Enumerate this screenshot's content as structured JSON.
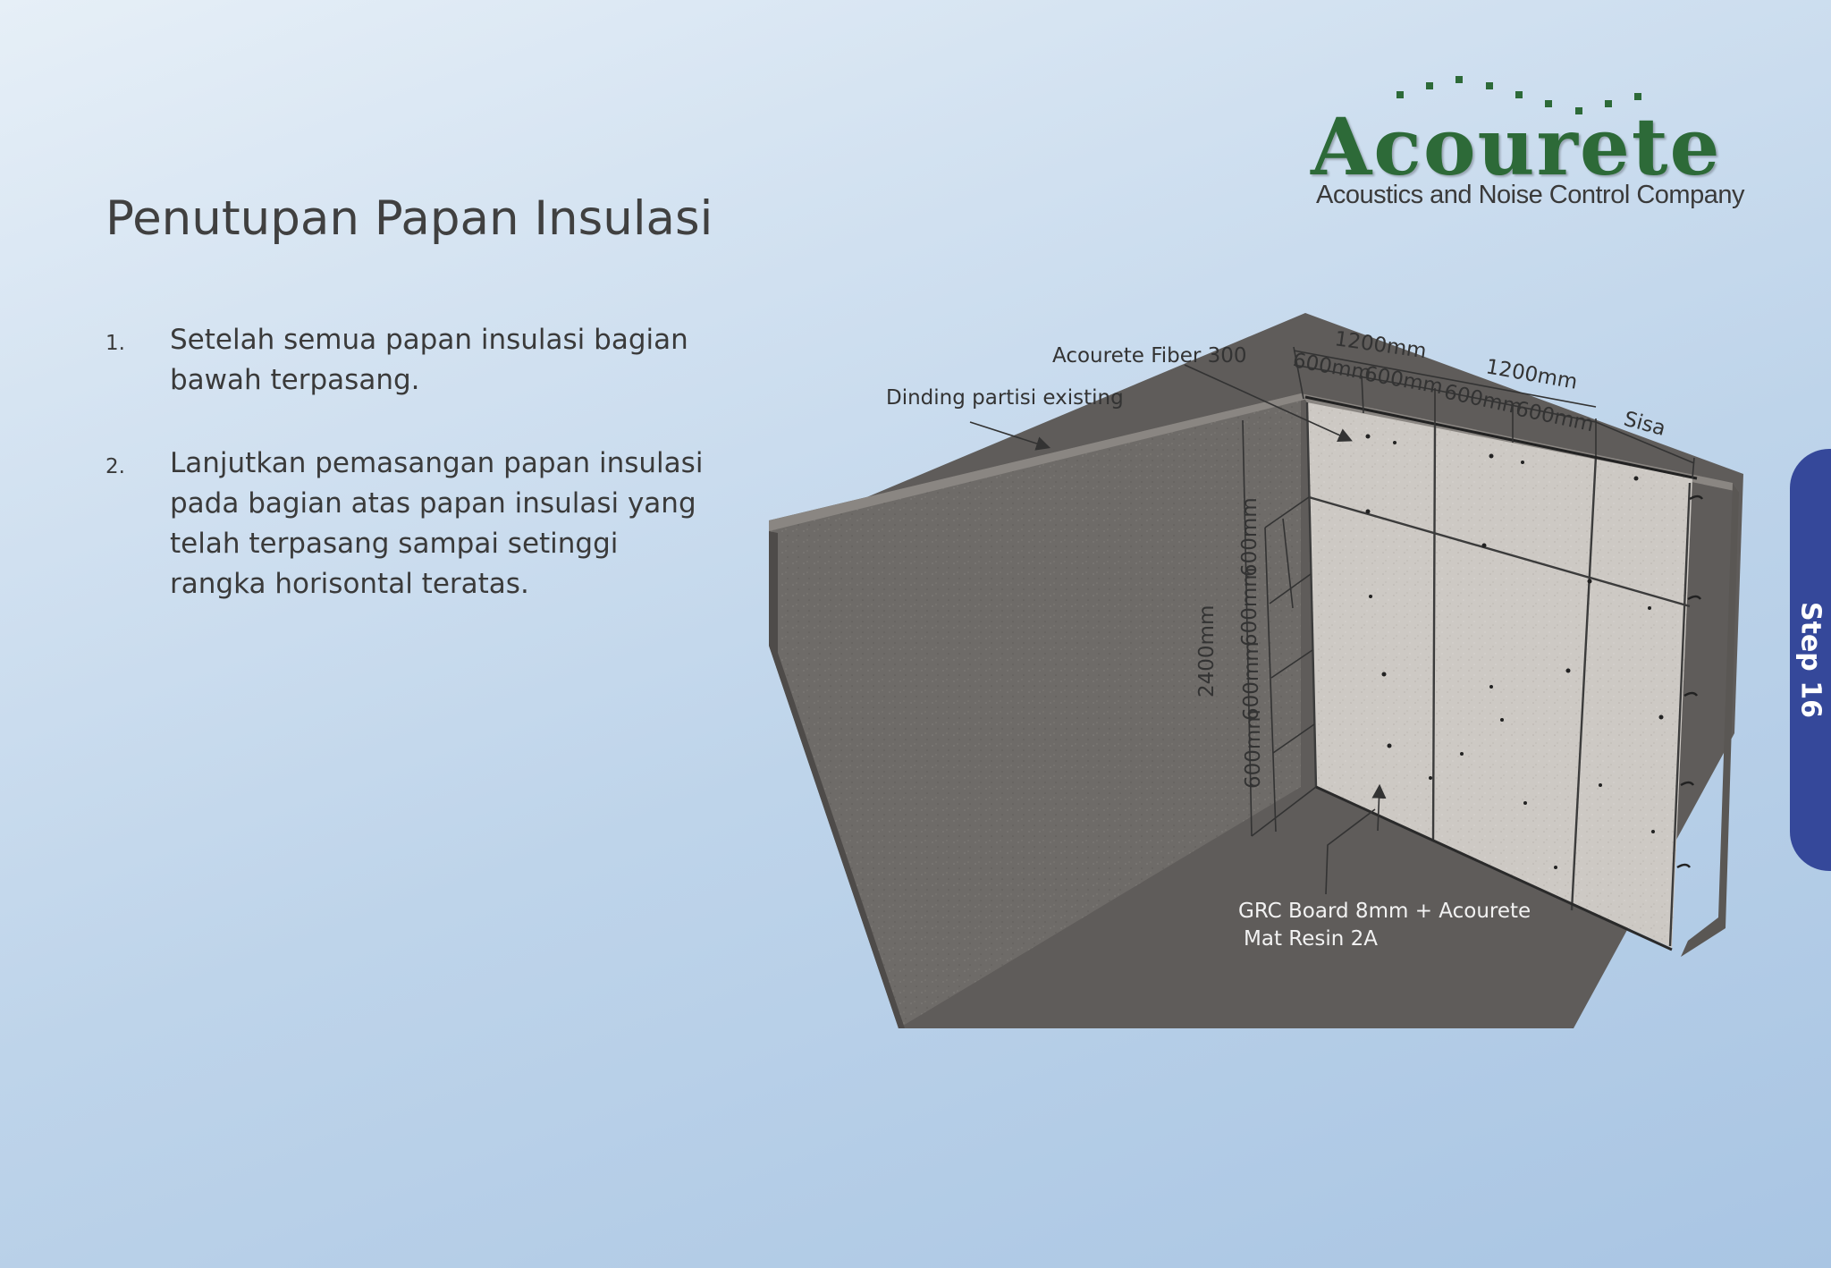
{
  "brand": {
    "name": "Acourete",
    "tagline": "Acoustics and Noise Control Company",
    "color": "#2d6a38"
  },
  "title": "Penutupan Papan Insulasi",
  "steps": [
    {
      "number": "1.",
      "text": "Setelah semua papan insulasi bagian bawah terpasang."
    },
    {
      "number": "2.",
      "text": "Lanjutkan pemasangan papan insulasi pada bagian atas papan insulasi yang telah terpasang sampai setinggi rangka horisontal teratas."
    }
  ],
  "side_tab": {
    "label": "Step 16",
    "color": "#35489a"
  },
  "diagram": {
    "labels": {
      "fiber": "Acourete Fiber 300",
      "partition": "Dinding partisi existing",
      "width_a": "1200mm",
      "width_b": "1200mm",
      "sub_a1": "600mm",
      "sub_a2": "600mm",
      "sub_b1": "600mm",
      "sub_b2": "600mm",
      "remainder": "Sisa",
      "height_total": "2400mm",
      "height_1": "600mm",
      "height_2": "600mm",
      "height_3": "600mm",
      "height_4": "600mm",
      "board_line1": "GRC Board 8mm + Acourete",
      "board_line2": "Mat Resin 2A"
    }
  }
}
